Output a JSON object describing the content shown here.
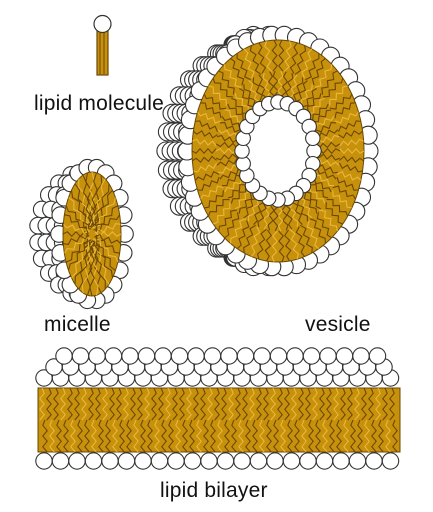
{
  "labels": {
    "lipid_molecule": "lipid molecule",
    "micelle": "micelle",
    "vesicle": "vesicle",
    "lipid_bilayer": "lipid bilayer"
  },
  "colors": {
    "head_fill": "#ffffff",
    "head_stroke": "#333333",
    "tail_fill": "#c8910c",
    "tail_light": "#e8b83a",
    "tail_dark": "#6a4805"
  }
}
